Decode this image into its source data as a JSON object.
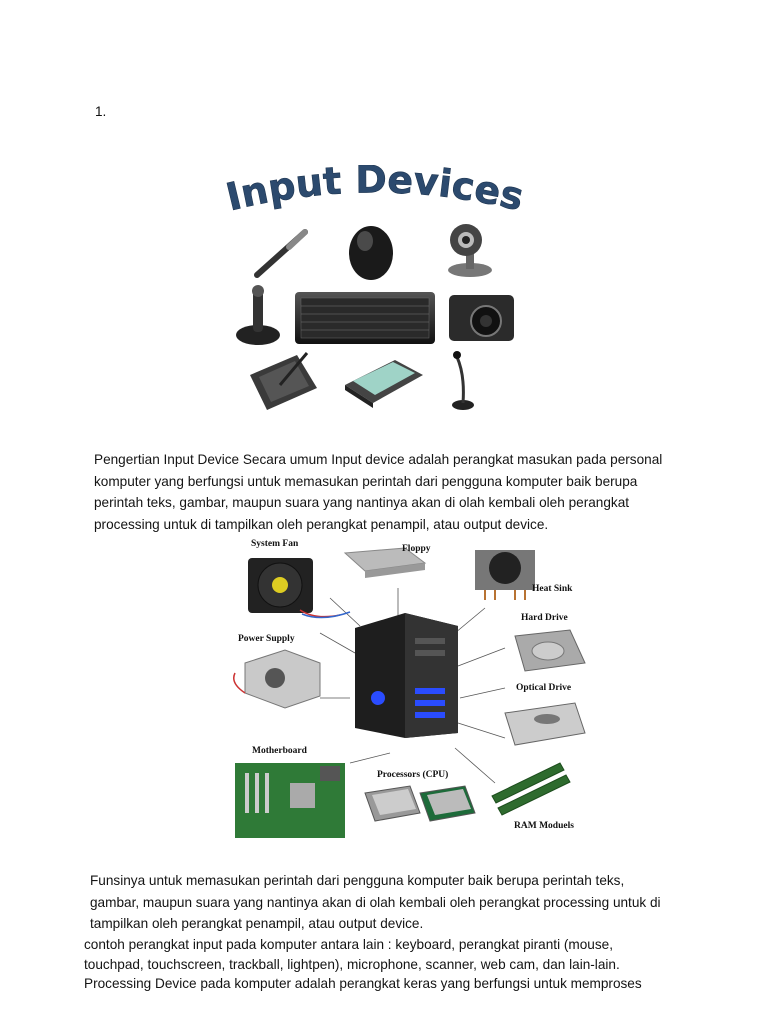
{
  "list_number": "1.",
  "figure1": {
    "title": "Input Devices",
    "items": [
      "lightpen-icon",
      "mouse-icon",
      "webcam-icon",
      "joystick-icon",
      "keyboard-icon",
      "camera-icon",
      "graphics-tablet-icon",
      "scanner-icon",
      "microphone-icon"
    ]
  },
  "paragraph1": [
    "Pengertian Input Device Secara umum Input device adalah perangkat masukan pada personal",
    "komputer yang berfungsi untuk memasukan perintah dari pengguna komputer baik berupa",
    "perintah teks, gambar, maupun suara yang nantinya akan di olah kembali oleh perangkat",
    "processing untuk di tampilkan oleh perangkat penampil, atau output device."
  ],
  "figure2": {
    "labels": {
      "system_fan": "System Fan",
      "floppy": "Floppy",
      "heat_sink": "Heat Sink",
      "hard_drive": "Hard Drive",
      "power_supply": "Power Supply",
      "optical_drive": "Optical Drive",
      "motherboard": "Motherboard",
      "processors": "Processors (CPU)",
      "ram": "RAM Moduels"
    }
  },
  "paragraph2": [
    "Funsinya untuk memasukan perintah dari pengguna komputer baik berupa perintah teks,",
    "gambar, maupun suara yang nantinya akan di olah kembali oleh perangkat processing untuk di",
    "tampilkan oleh perangkat penampil, atau output device."
  ],
  "paragraph3": [
    "contoh perangkat input pada komputer antara lain : keyboard, perangkat piranti (mouse,",
    "touchpad, touchscreen, trackball, lightpen), microphone, scanner, web cam, dan lain-lain.",
    "Processing Device pada komputer adalah perangkat keras yang berfungsi untuk memproses"
  ],
  "colors": {
    "title": "#2c4a6e",
    "device_dark": "#1a1a1a",
    "device_grey": "#8a8a8a",
    "cpu_blue": "#2a4cff"
  }
}
